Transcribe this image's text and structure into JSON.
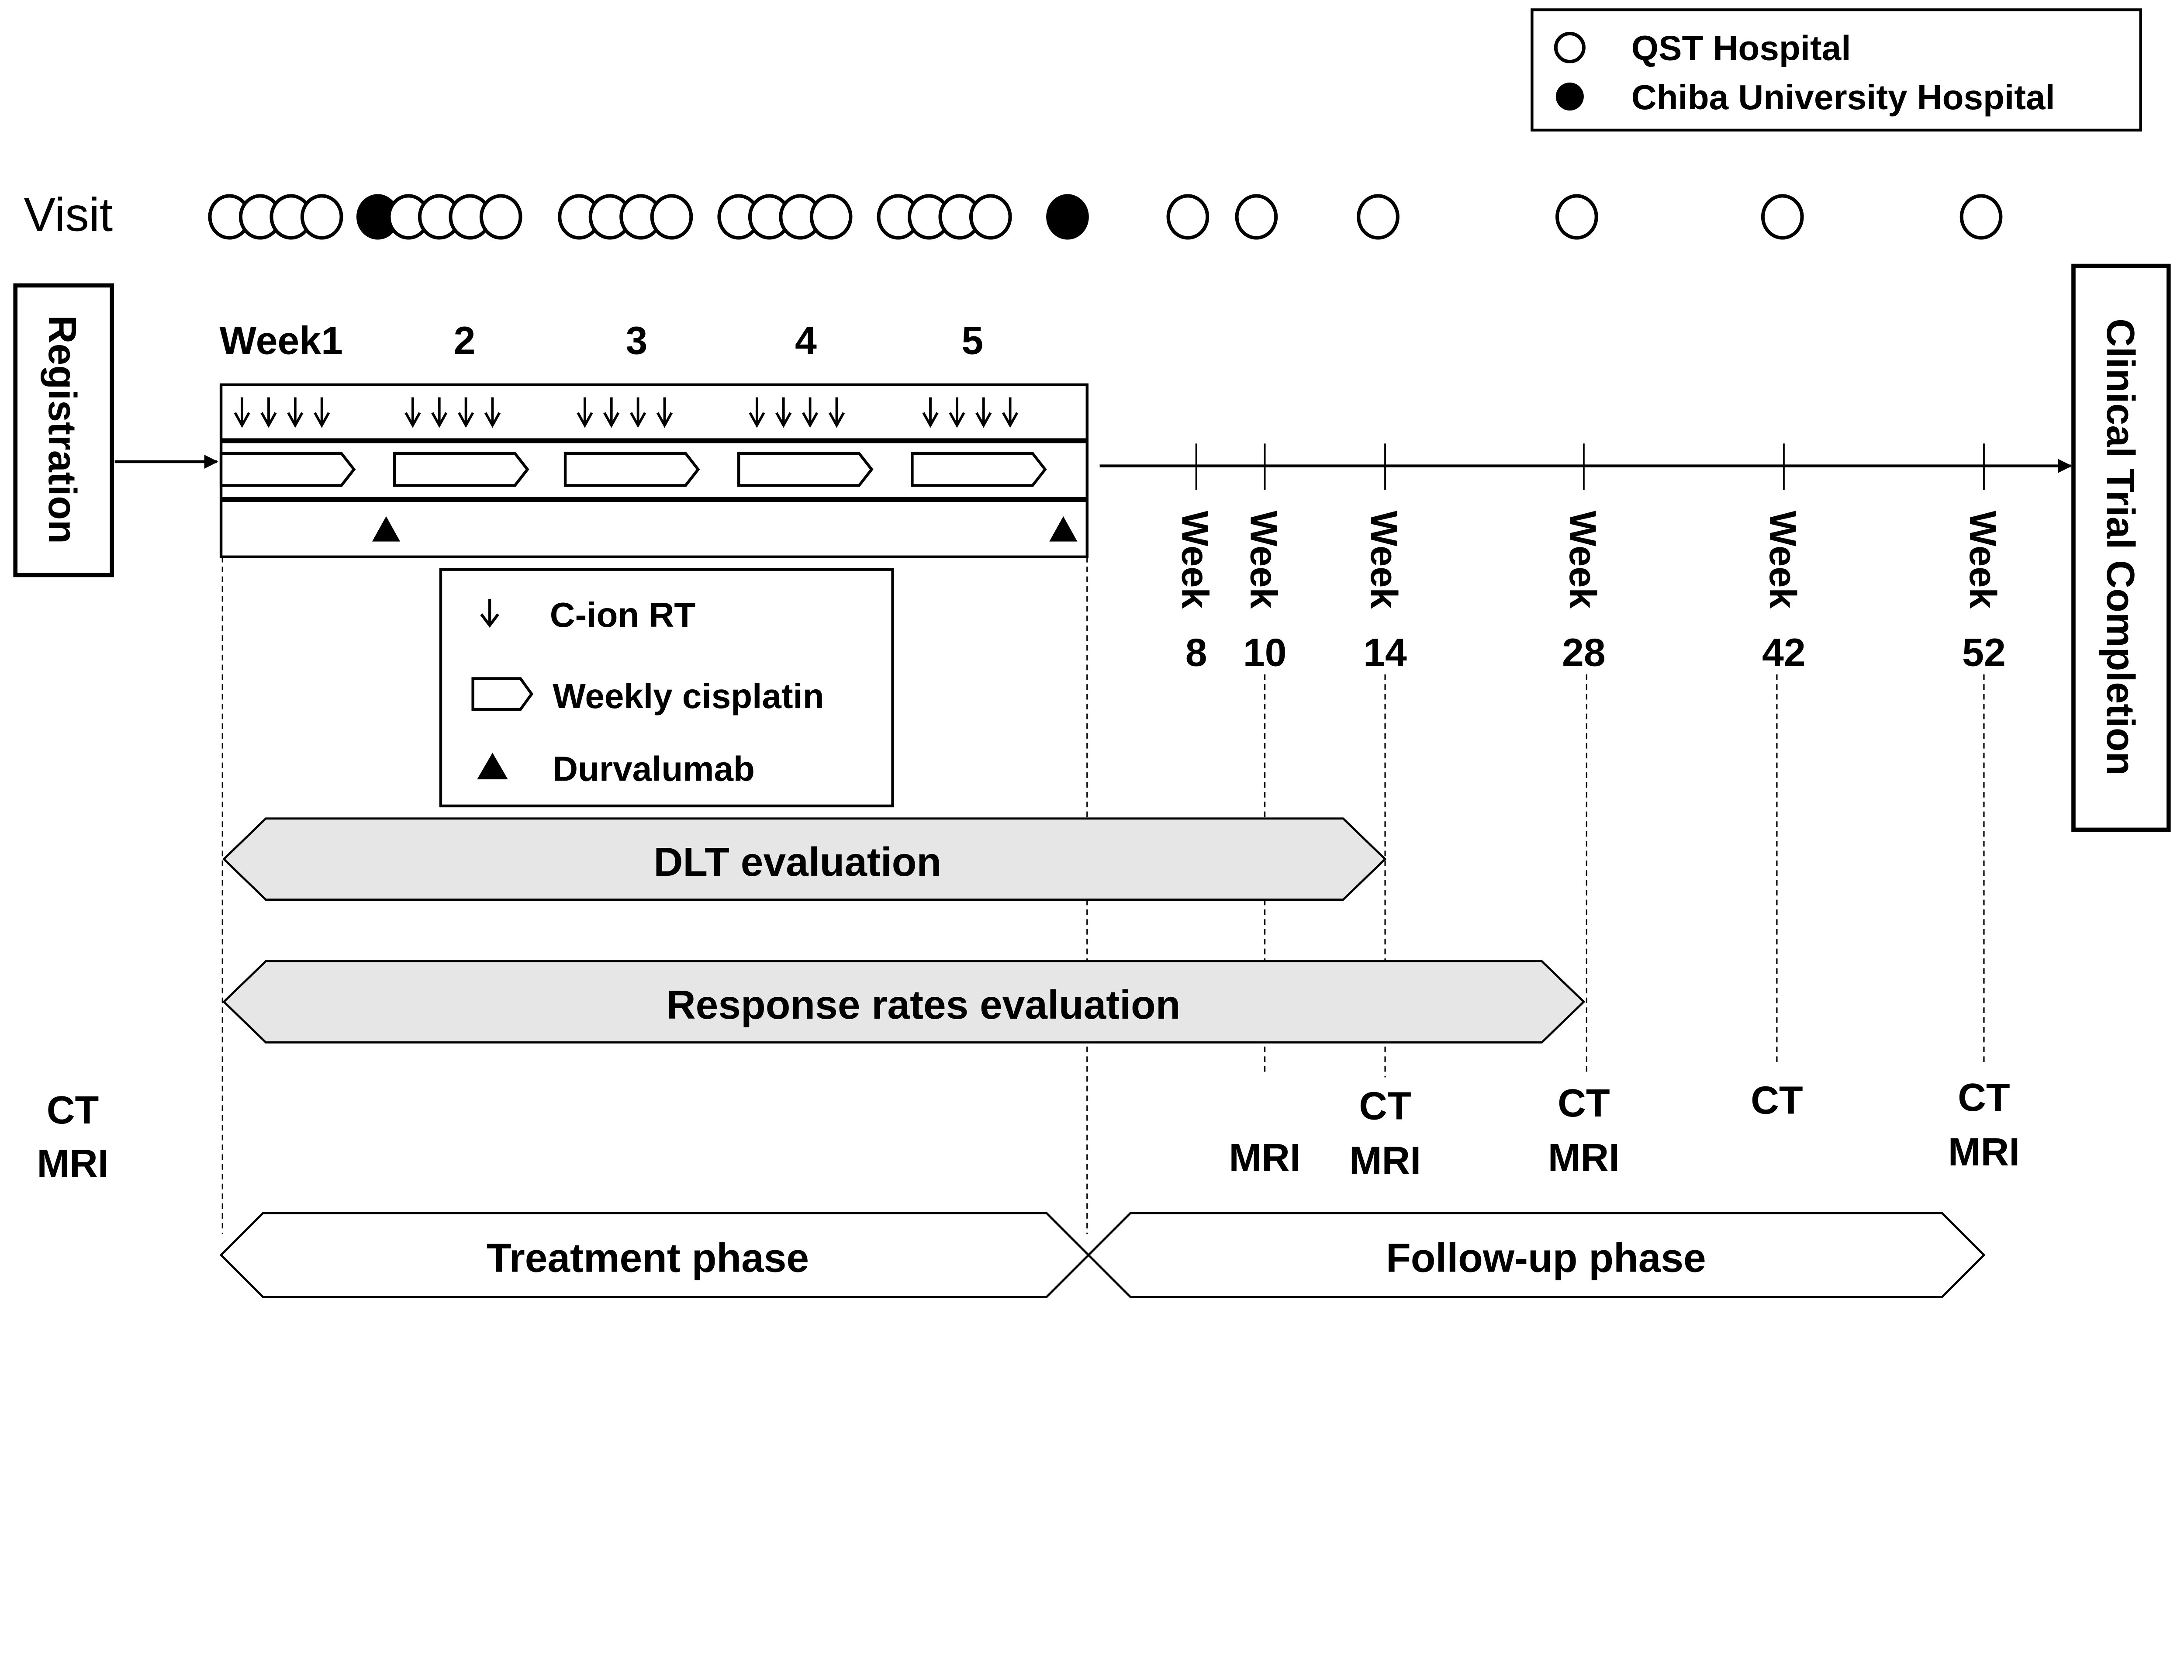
{
  "legend_top": {
    "items": [
      {
        "marker": "open-circle",
        "label": "QST Hospital"
      },
      {
        "marker": "filled-circle",
        "label": "Chiba University Hospital"
      }
    ]
  },
  "visit_label": "Visit",
  "visits": [
    {
      "group": 1,
      "markers": [
        "open",
        "open",
        "open",
        "open"
      ]
    },
    {
      "group": 2,
      "markers": [
        "filled",
        "open",
        "open",
        "open",
        "open"
      ]
    },
    {
      "group": 3,
      "markers": [
        "open",
        "open",
        "open",
        "open"
      ]
    },
    {
      "group": 4,
      "markers": [
        "open",
        "open",
        "open",
        "open"
      ]
    },
    {
      "group": 5,
      "markers": [
        "open",
        "open",
        "open",
        "open"
      ]
    },
    {
      "group": 6,
      "markers": [
        "filled"
      ]
    },
    {
      "week": "8",
      "markers": [
        "open"
      ]
    },
    {
      "week": "10",
      "markers": [
        "open"
      ]
    },
    {
      "week": "14",
      "markers": [
        "open"
      ]
    },
    {
      "week": "28",
      "markers": [
        "open"
      ]
    },
    {
      "week": "42",
      "markers": [
        "open"
      ]
    },
    {
      "week": "52",
      "markers": [
        "open"
      ]
    }
  ],
  "registration": "Registration",
  "completion": "Clinical Trial Completion",
  "treatment_weeks": [
    "Week1",
    "2",
    "3",
    "4",
    "5"
  ],
  "followup_week_word": "Week",
  "followup_weeks": [
    "8",
    "10",
    "14",
    "28",
    "42",
    "52"
  ],
  "legend_treatment": {
    "items": [
      {
        "icon": "down-arrow",
        "label": "C-ion RT"
      },
      {
        "icon": "pentagon-arrow",
        "label": "Weekly cisplatin"
      },
      {
        "icon": "filled-triangle",
        "label": "Durvalumab"
      }
    ]
  },
  "evaluations": {
    "dlt": "DLT evaluation",
    "response": "Response rates evaluation"
  },
  "imaging": {
    "baseline": [
      "CT",
      "MRI"
    ],
    "week10": [
      "MRI"
    ],
    "week14": [
      "CT",
      "MRI"
    ],
    "week28": [
      "CT",
      "MRI"
    ],
    "week42": [
      "CT"
    ],
    "week52": [
      "CT",
      "MRI"
    ]
  },
  "phases": {
    "treatment": "Treatment phase",
    "followup": "Follow-up phase"
  },
  "colors": {
    "line": "#000000",
    "eval_fill": "#e6e6e6",
    "background": "#ffffff"
  }
}
